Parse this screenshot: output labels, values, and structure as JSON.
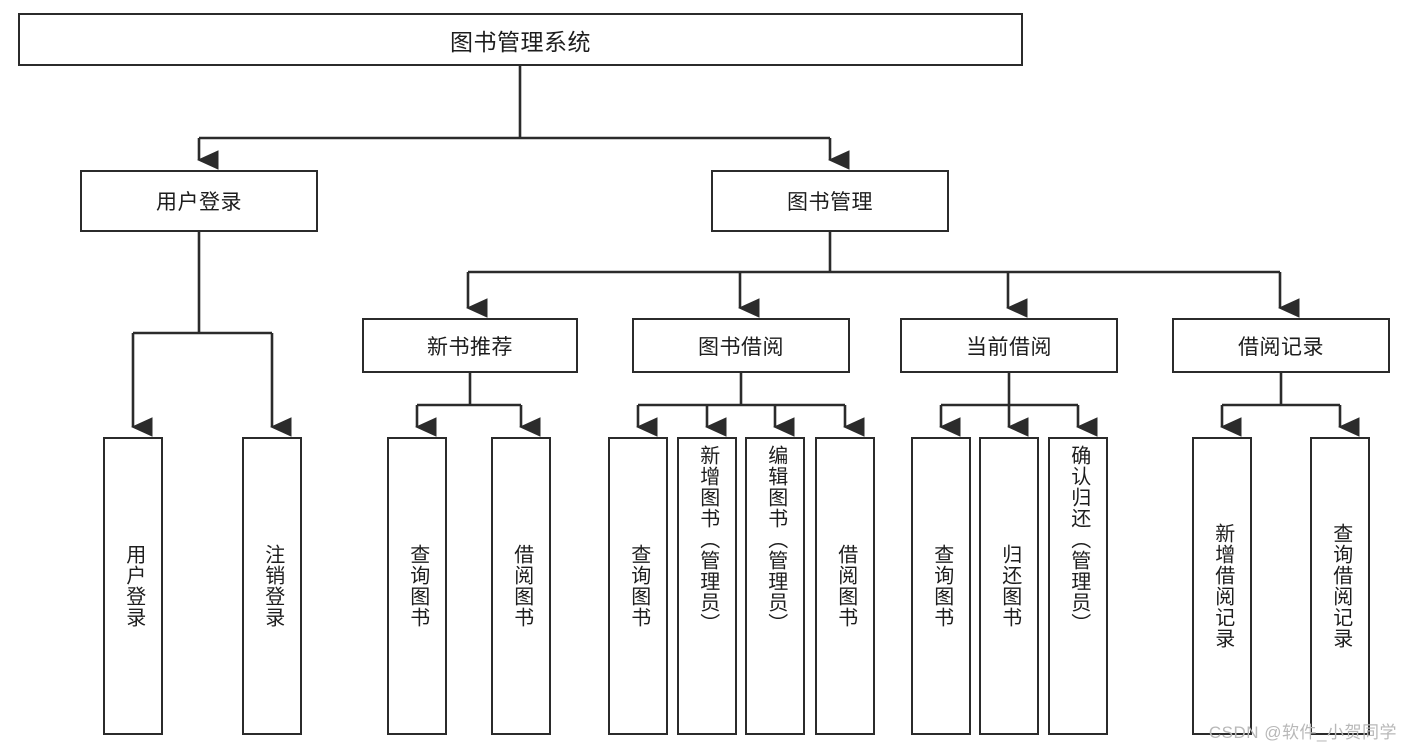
{
  "diagram": {
    "title": "图书管理系统",
    "type": "hierarchy-tree",
    "root": {
      "label": "图书管理系统"
    },
    "level2": [
      {
        "label": "用户登录"
      },
      {
        "label": "图书管理"
      }
    ],
    "level3": [
      {
        "label": "新书推荐"
      },
      {
        "label": "图书借阅"
      },
      {
        "label": "当前借阅"
      },
      {
        "label": "借阅记录"
      }
    ],
    "leaves": [
      {
        "label": "用户登录"
      },
      {
        "label": "注销登录"
      },
      {
        "label": "查询图书"
      },
      {
        "label": "借阅图书"
      },
      {
        "label": "查询图书"
      },
      {
        "label": "新增图书（管理员）"
      },
      {
        "label": "编辑图书（管理员）"
      },
      {
        "label": "借阅图书"
      },
      {
        "label": "查询图书"
      },
      {
        "label": "归还图书"
      },
      {
        "label": "确认归还（管理员）"
      },
      {
        "label": "新增借阅记录"
      },
      {
        "label": "查询借阅记录"
      }
    ]
  },
  "watermark": {
    "text": "CSDN @软件_小贺同学"
  },
  "colors": {
    "stroke": "#2b2b2b",
    "background": "#ffffff",
    "text": "#1d1d1d",
    "watermark": "#b8b8b8"
  }
}
